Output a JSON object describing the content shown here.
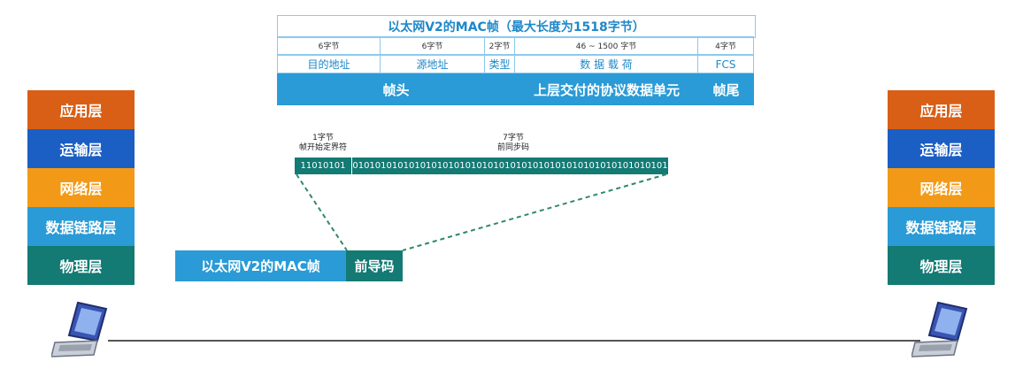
{
  "frame_title": "以太网V2的MAC帧（最大长度为1518字节）",
  "fields": [
    {
      "size": "6字节",
      "name": "目的地址"
    },
    {
      "size": "6字节",
      "name": "源地址"
    },
    {
      "size": "2字节",
      "name": "类型"
    },
    {
      "size": "46 ~ 1500 字节",
      "name": "数 据 载 荷"
    },
    {
      "size": "4字节",
      "name": "FCS"
    }
  ],
  "frame_groups": [
    "帧头",
    "上层交付的协议数据单元",
    "帧尾"
  ],
  "preamble": {
    "sfd_size": "1字节",
    "sfd_name": "帧开始定界符",
    "sfd_bits": "11010101",
    "sync_size": "7字节",
    "sync_name": "前同步码",
    "sync_bits": "01010101010101010101010101010101010101010101010101010101"
  },
  "mac_frame_label": "以太网V2的MAC帧",
  "preamble_label": "前导码",
  "layers_left": [
    "应用层",
    "运输层",
    "网络层",
    "数据链路层",
    "物理层"
  ],
  "layers_right": [
    "应用层",
    "运输层",
    "网络层",
    "数据链路层",
    "物理层"
  ],
  "colors": {
    "application": "#d95f16",
    "transport": "#1b5fc4",
    "network": "#f29a17",
    "datalink": "#2a9bd6",
    "physical": "#137a74"
  },
  "icons": {
    "left_host": "laptop-icon",
    "right_host": "laptop-icon"
  }
}
